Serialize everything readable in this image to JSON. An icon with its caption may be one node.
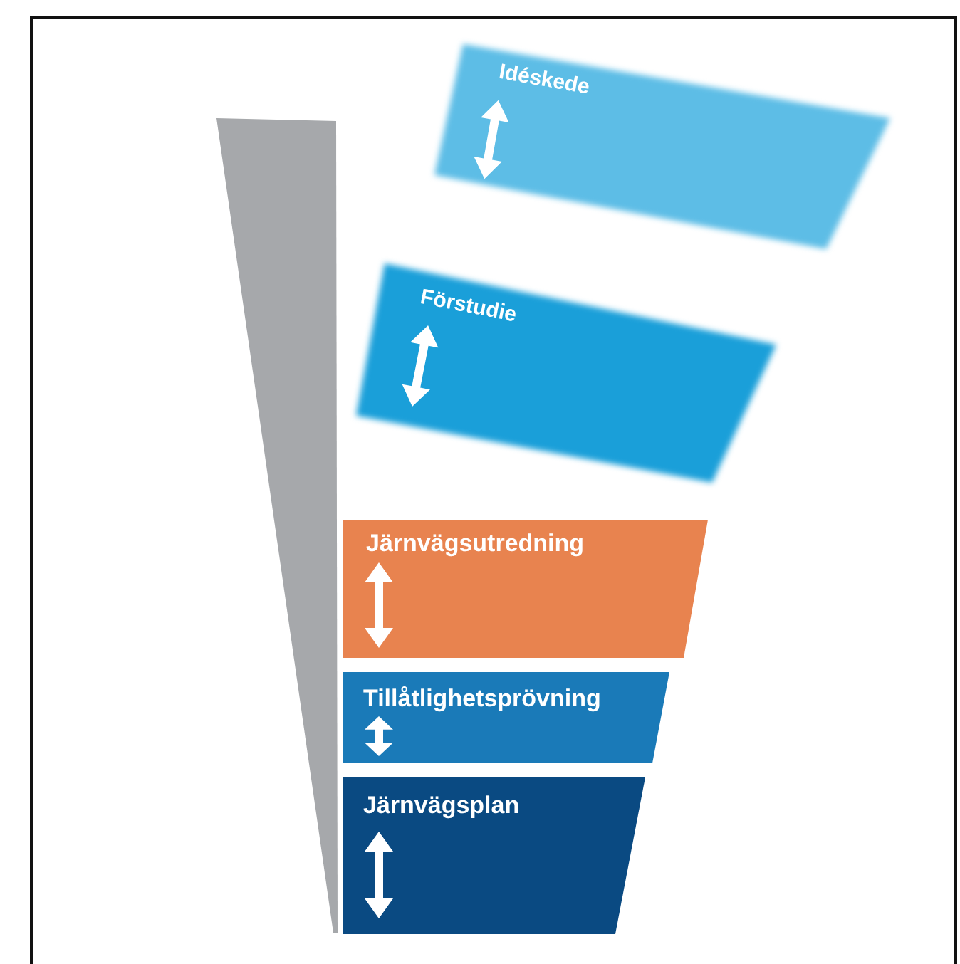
{
  "diagram": {
    "nodes": [
      {
        "text": [],
        "shape": "bar"
      },
      {
        "text": [
          "Idéskede"
        ]
      },
      {
        "text": [
          "Förstudie"
        ]
      },
      {
        "text": [
          "Järnvägsutredning"
        ]
      },
      {
        "text": [
          "Tillåtlighetsprövning"
        ]
      },
      {
        "text": [
          "Järnvägsplan"
        ]
      }
    ]
  }
}
